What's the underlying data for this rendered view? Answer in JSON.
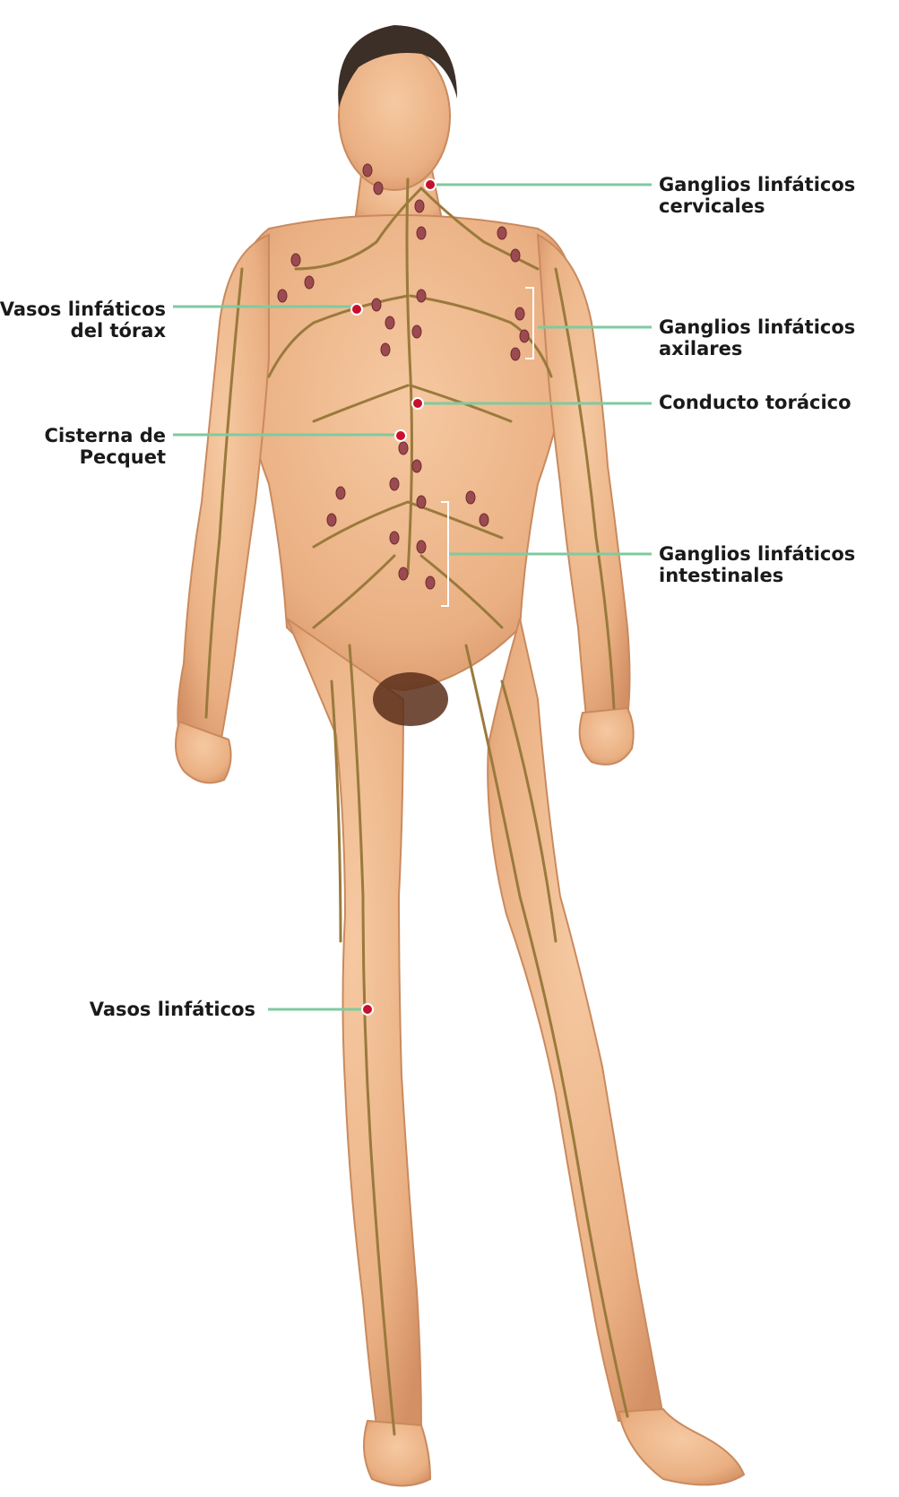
{
  "labels": {
    "cervical_nodes": [
      "Ganglios linfáticos",
      "cervicales"
    ],
    "axillary_nodes": [
      "Ganglios linfáticos",
      "axilares"
    ],
    "thoracic_duct": "Conducto torácico",
    "intestinal_nodes": [
      "Ganglios linfáticos",
      "intestinales"
    ],
    "thorax_vessels": [
      "Vasos linfáticos",
      "del tórax"
    ],
    "cisterna": [
      "Cisterna de",
      "Pecquet"
    ],
    "lymph_vessels": "Vasos linfáticos"
  },
  "colors": {
    "leader_line": "#7fcaa0",
    "marker": "#c8102e",
    "skin": "#eeb487",
    "skin_shadow": "#cf8a5c",
    "hair": "#3b2f28",
    "vessel": "#9a7a3c",
    "node": "#9b4a4f"
  }
}
